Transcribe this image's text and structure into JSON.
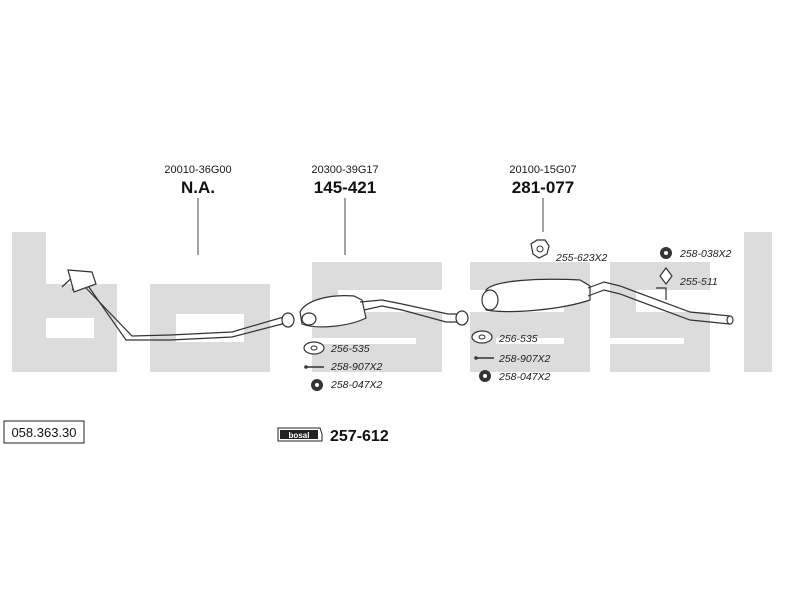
{
  "watermark": {
    "brand": "bosal"
  },
  "components": [
    {
      "oem": "20010-36G00",
      "number": "N.A."
    },
    {
      "oem": "20300-39G17",
      "number": "145-421"
    },
    {
      "oem": "20100-15G07",
      "number": "281-077"
    }
  ],
  "parts": {
    "left": [
      "256-535",
      "258-907X2",
      "258-047X2"
    ],
    "right": [
      "256-535",
      "258-907X2",
      "258-047X2"
    ],
    "rear_upper": [
      "255-623X2",
      "258-038X2",
      "255-511"
    ]
  },
  "footer": {
    "code": "058.363.30",
    "kit_logo_text": "bosal",
    "kit_number": "257-612"
  }
}
